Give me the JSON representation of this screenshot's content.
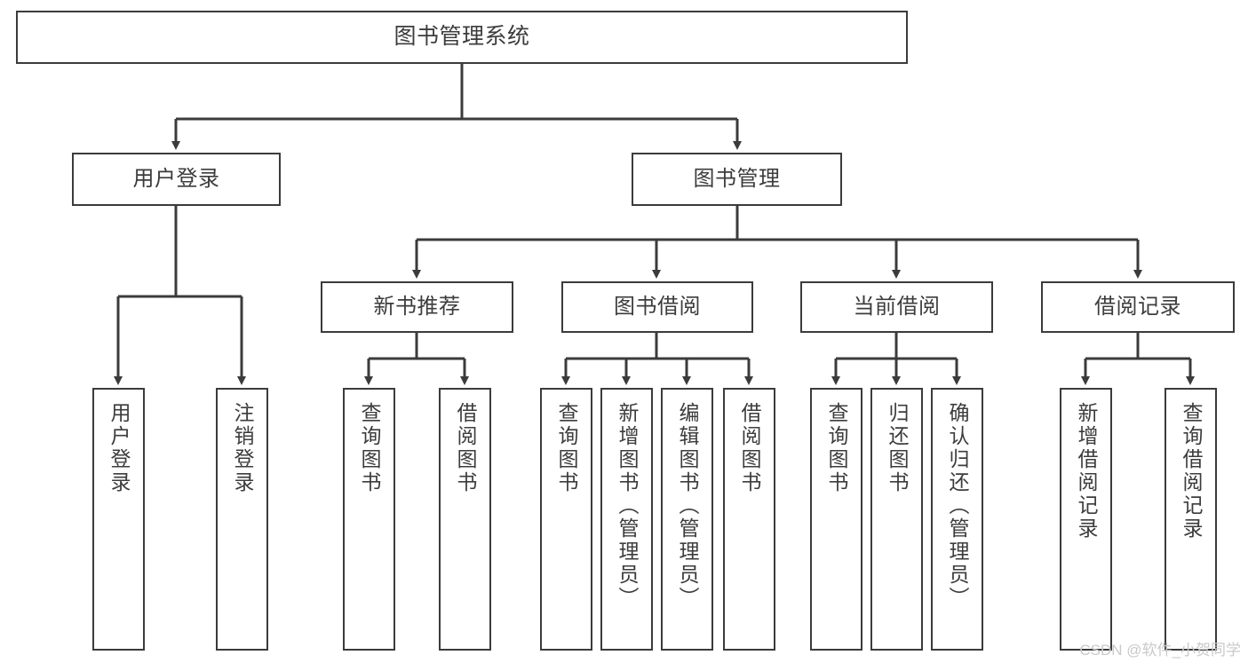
{
  "diagram": {
    "type": "tree-hierarchy",
    "title": "图书管理系统",
    "background_color": "#ffffff",
    "box_border_color": "#3b3b3b",
    "text_color": "#3c3c3c",
    "connector_color": "#3b3b3b"
  },
  "nodes": {
    "root": {
      "label": "图书管理系统",
      "level": 1
    },
    "level2": [
      {
        "label": "用户登录"
      },
      {
        "label": "图书管理"
      }
    ],
    "level3": [
      {
        "label": "新书推荐"
      },
      {
        "label": "图书借阅"
      },
      {
        "label": "当前借阅"
      },
      {
        "label": "借阅记录"
      }
    ],
    "leaves": {
      "user_login": [
        {
          "label": "用户登录"
        },
        {
          "label": "注销登录"
        }
      ],
      "new_book_recommend": [
        {
          "label": "查询图书"
        },
        {
          "label": "借阅图书"
        }
      ],
      "book_borrow": [
        {
          "label": "查询图书"
        },
        {
          "label": "新增图书（管理员）"
        },
        {
          "label": "编辑图书（管理员）"
        },
        {
          "label": "借阅图书"
        }
      ],
      "current_borrow": [
        {
          "label": "查询图书"
        },
        {
          "label": "归还图书"
        },
        {
          "label": "确认归还（管理员）"
        }
      ],
      "borrow_record": [
        {
          "label": "新增借阅记录"
        },
        {
          "label": "查询借阅记录"
        }
      ]
    }
  },
  "watermark": {
    "text": "CSDN @软件_小贺同学"
  }
}
